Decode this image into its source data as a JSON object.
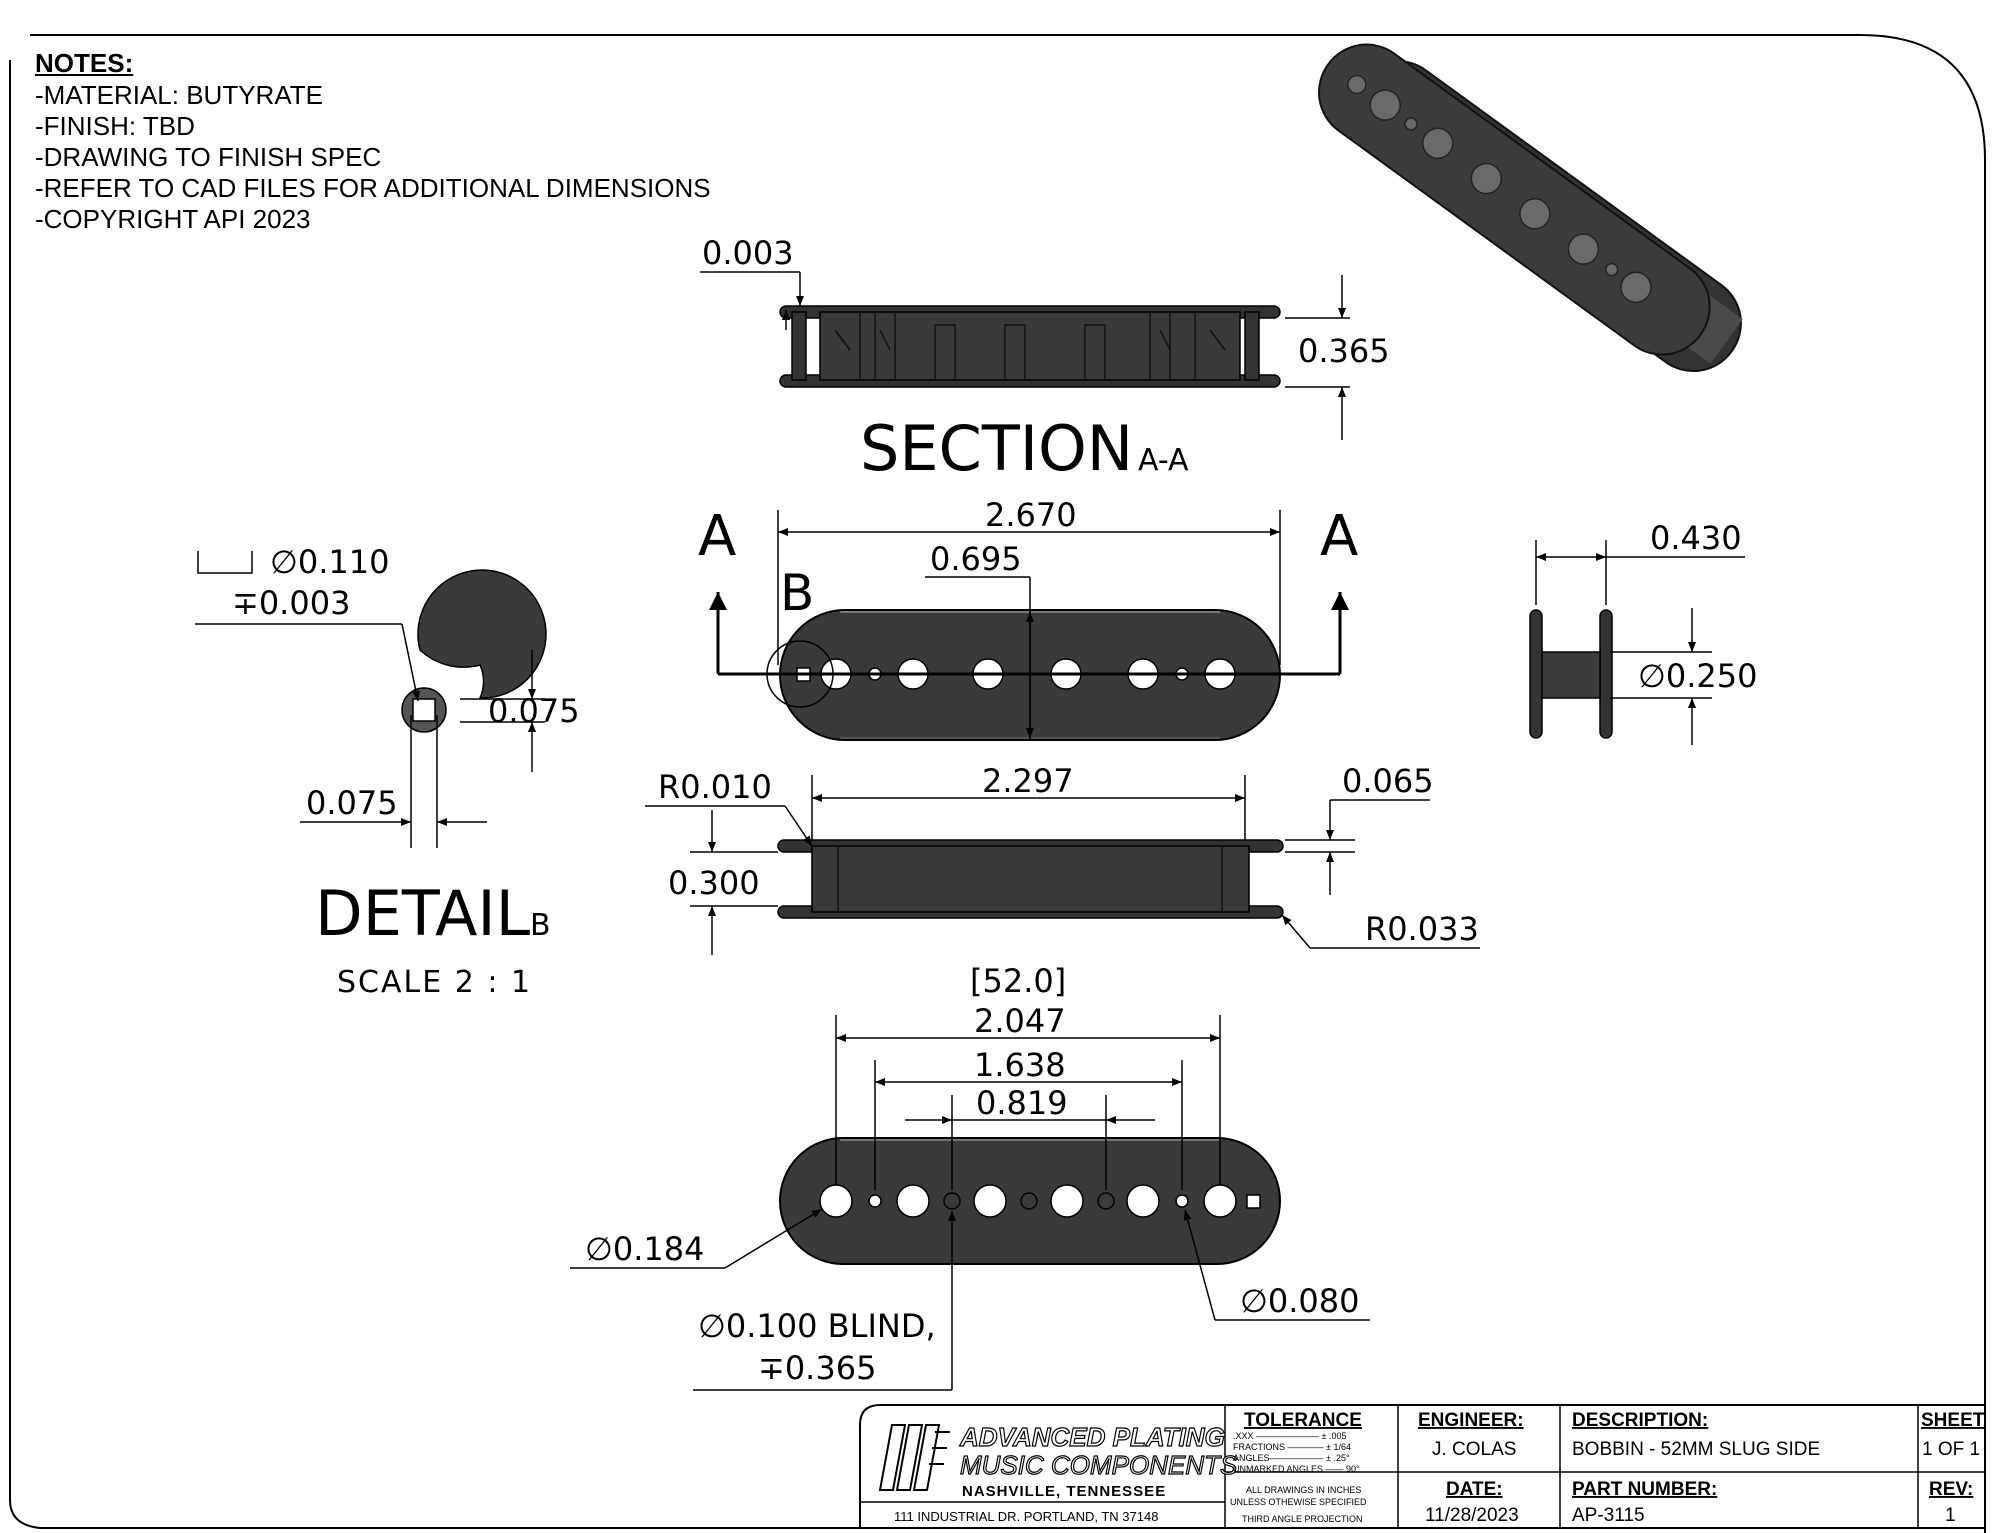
{
  "notes": {
    "title": "NOTES:",
    "items": [
      "-MATERIAL: BUTYRATE",
      "-FINISH: TBD",
      "-DRAWING TO FINISH SPEC",
      "-REFER TO CAD FILES FOR ADDITIONAL DIMENSIONS",
      "-COPYRIGHT API 2023"
    ]
  },
  "section": {
    "title": "SECTION",
    "sub": "A-A",
    "dim_wall": "0.003",
    "dim_height": "0.365"
  },
  "top_view": {
    "cut_label_left": "A",
    "cut_label_right": "A",
    "detail_label": "B",
    "dim_length": "2.670",
    "dim_width": "0.695"
  },
  "side_view": {
    "dim_flange_gap": "0.430",
    "dim_core_dia": "∅0.250"
  },
  "detail": {
    "title": "DETAIL",
    "sub": "B",
    "scale": "SCALE 2 : 1",
    "callout_dia": "∅0.110",
    "callout_depth": "∓0.003",
    "dim_vertical": "0.075",
    "dim_horizontal": "0.075"
  },
  "front_view": {
    "radius_top": "R0.010",
    "dim_inner_length": "2.297",
    "dim_flange_thk": "0.065",
    "dim_height": "0.300",
    "radius_bottom": "R0.033"
  },
  "bottom_view": {
    "dim_metric": "[52.0]",
    "dim_outer_spacing": "2.047",
    "dim_mid_spacing": "1.638",
    "dim_inner_spacing": "0.819",
    "dim_hole_large": "∅0.184",
    "dim_hole_blind_1": "∅0.100 BLIND,",
    "dim_hole_blind_2": "∓0.365",
    "dim_hole_small": "∅0.080"
  },
  "title_block": {
    "company_1": "ADVANCED PLATING",
    "company_2": "MUSIC COMPONENTS",
    "company_3": "NASHVILLE, TENNESSEE",
    "address": "111 INDUSTRIAL DR. PORTLAND, TN 37148",
    "tolerance_title": "TOLERANCE",
    "tol_line_1": ".XXX ——————— ± .005",
    "tol_line_2": "FRACTIONS ———— ± 1/64",
    "tol_line_3": "ANGLES—————— ± .25°",
    "tol_line_4": "UNMARKED ANGLES —— 90°",
    "tol_note_1": "ALL DRAWINGS IN INCHES",
    "tol_note_2": "UNLESS OTHEWISE SPECIFIED",
    "tol_note_3": "THIRD ANGLE PROJECTION",
    "engineer_label": "ENGINEER:",
    "engineer": "J. COLAS",
    "date_label": "DATE:",
    "date": "11/28/2023",
    "description_label": "DESCRIPTION:",
    "description": "BOBBIN - 52MM SLUG SIDE",
    "part_label": "PART NUMBER:",
    "part_number": "AP-3115",
    "sheet_label": "SHEET",
    "sheet": "1 OF 1",
    "rev_label": "REV:",
    "rev": "1"
  },
  "colors": {
    "part_fill": "#3a3a3a",
    "part_dark": "#2a2a2a",
    "line": "#000000"
  }
}
